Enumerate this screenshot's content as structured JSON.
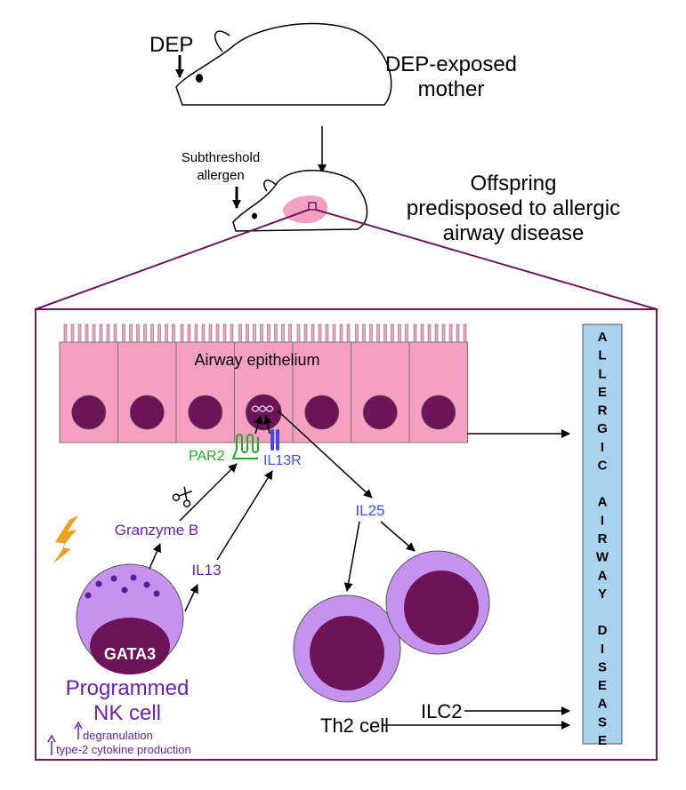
{
  "labels": {
    "dep": "DEP",
    "mother_line1": "DEP-exposed",
    "mother_line2": "mother",
    "subthreshold_line1": "Subthreshold",
    "subthreshold_line2": "allergen",
    "offspring_line1": "Offspring",
    "offspring_line2": "predisposed to allergic",
    "offspring_line3": "airway disease",
    "airway_epithelium": "Airway epithelium",
    "par2": "PAR2",
    "il13r": "IL13R",
    "il25": "IL25",
    "granzyme_b": "Granzyme B",
    "il13": "IL13",
    "gata3": "GATA3",
    "nk_line1": "Programmed",
    "nk_line2": "NK cell",
    "degranulation": "degranulation",
    "cytokine": "type-2 cytokine production",
    "ilc2": "ILC2",
    "th2": "Th2 cell",
    "disease_letters": [
      "A",
      "L",
      "L",
      "E",
      "R",
      "G",
      "I",
      "C",
      "",
      "A",
      "I",
      "R",
      "W",
      "A",
      "Y",
      "",
      "D",
      "I",
      "S",
      "E",
      "A",
      "S",
      "E"
    ]
  },
  "icons": {
    "scissors": "scissors-icon",
    "lightning": "lightning-icon"
  },
  "colors": {
    "epithelium_fill": "#f59fc2",
    "nucleus": "#6d1458",
    "cell_outer": "#c592f0",
    "nk_text": "#6a22a8",
    "receptor_green": "#22aa22",
    "receptor_blue": "#3a4fe0",
    "disease_bar": "#a9d2ef",
    "frame": "#6b1a5e",
    "lightning": "#f0a020"
  }
}
